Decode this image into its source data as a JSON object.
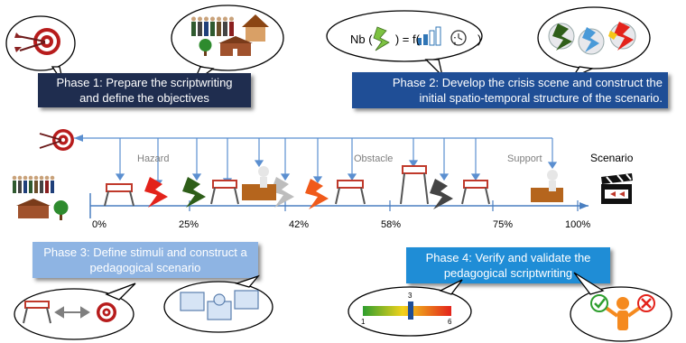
{
  "phase1": {
    "line1": "Phase 1: Prepare the scriptwriting",
    "line2": "and define the objectives"
  },
  "phase2": {
    "line1": "Phase 2: Develop the crisis scene and construct the",
    "line2": "initial spatio-temporal structure of the scenario."
  },
  "phase3": {
    "line1": "Phase 3: Define stimuli and construct a",
    "line2": "pedagogical scenario"
  },
  "phase4": {
    "line1": "Phase 4: Verify and validate the",
    "line2": "pedagogical scriptwriting"
  },
  "formula": {
    "prefix": "Nb (",
    "middle": ") = f(",
    "suffix": ";",
    "end": ")"
  },
  "timeline": {
    "labels": {
      "hazard": "Hazard",
      "obstacle": "Obstacle",
      "support": "Support",
      "scenario": "Scenario"
    },
    "ticks": [
      "0%",
      "25%",
      "42%",
      "58%",
      "75%",
      "100%"
    ]
  },
  "gauge": {
    "min": "1",
    "max": "6",
    "value": "3"
  },
  "colors": {
    "phase1_box": "#1f2d4f",
    "phase2_box": "#1f4e96",
    "phase3_box": "#8eb4e3",
    "phase4_box": "#1f8dd6",
    "timeline": "#4a7fc1",
    "arrows": "#5b8fd0",
    "hazard_red": "#e3231b",
    "hazard_green": "#2e5e19"
  }
}
